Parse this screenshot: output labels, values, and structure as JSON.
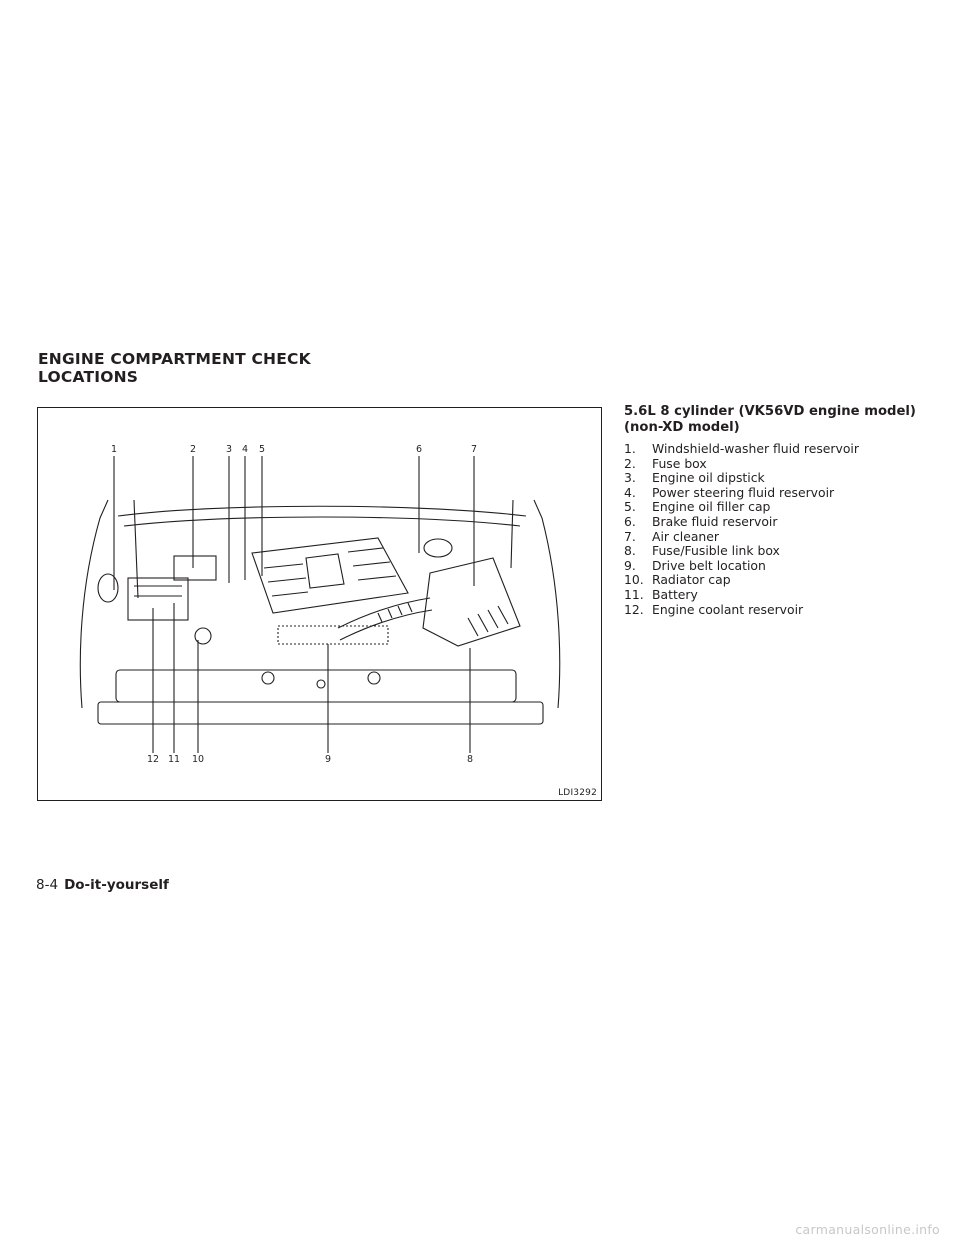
{
  "section": {
    "title_line1": "ENGINE COMPARTMENT CHECK",
    "title_line2": "LOCATIONS"
  },
  "figure": {
    "code": "LDI3292",
    "callouts": [
      "1",
      "2",
      "3",
      "4",
      "5",
      "6",
      "7",
      "12",
      "11",
      "10",
      "9",
      "8"
    ]
  },
  "legend": {
    "title_line1": "5.6L 8 cylinder (VK56VD engine model)",
    "title_line2": "(non-XD model)",
    "items": [
      {
        "num": "1.",
        "label": "Windshield-washer fluid reservoir"
      },
      {
        "num": "2.",
        "label": "Fuse box"
      },
      {
        "num": "3.",
        "label": "Engine oil dipstick"
      },
      {
        "num": "4.",
        "label": "Power steering fluid reservoir"
      },
      {
        "num": "5.",
        "label": "Engine oil filler cap"
      },
      {
        "num": "6.",
        "label": "Brake fluid reservoir"
      },
      {
        "num": "7.",
        "label": "Air cleaner"
      },
      {
        "num": "8.",
        "label": "Fuse/Fusible link box"
      },
      {
        "num": "9.",
        "label": "Drive belt location"
      },
      {
        "num": "10.",
        "label": "Radiator cap"
      },
      {
        "num": "11.",
        "label": "Battery"
      },
      {
        "num": "12.",
        "label": "Engine coolant reservoir"
      }
    ]
  },
  "footer": {
    "page_number": "8-4",
    "chapter": "Do-it-yourself"
  },
  "watermark": "carmanualsonline.info"
}
